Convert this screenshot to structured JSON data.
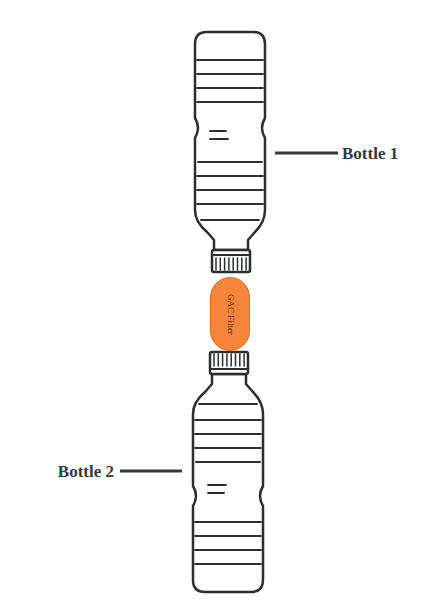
{
  "diagram": {
    "nodes": [
      {
        "text": [
          "GAC Filter"
        ]
      }
    ],
    "labels": [
      "Bottle 1",
      "Bottle 2"
    ]
  }
}
